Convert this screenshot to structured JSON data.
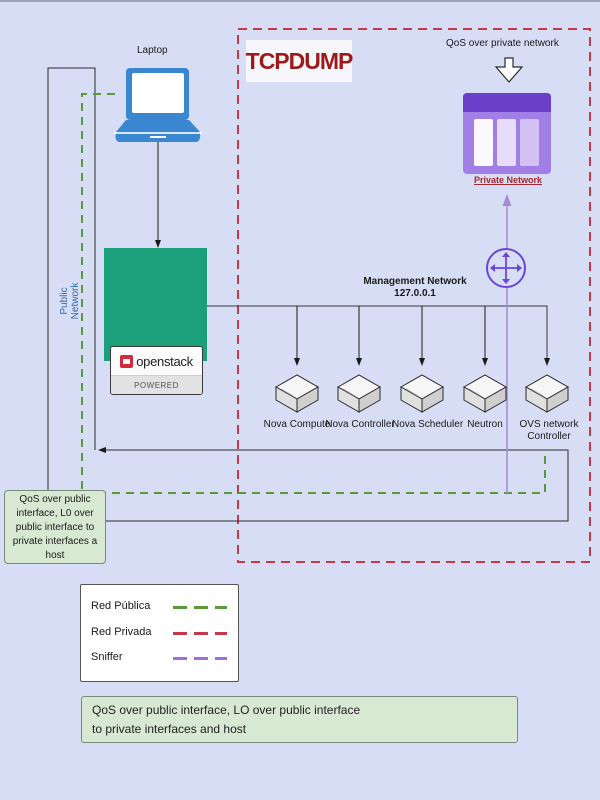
{
  "diagram": {
    "title_labels": {
      "laptop": "Laptop",
      "qos_private": "QoS over private network",
      "private_network": "Private Network",
      "public_network": "Public Network",
      "management_network": "Management Network",
      "management_ip": "127.0.0.1"
    },
    "tcpdump_logo": "TCPDUMP",
    "openstack_badge": {
      "name": "openstack",
      "subtitle": "POWERED"
    },
    "nodes": [
      {
        "label": "Nova Compute"
      },
      {
        "label": "Nova Controller"
      },
      {
        "label": "Nova Scheduler"
      },
      {
        "label": "Neutron"
      },
      {
        "label": "OVS network Controller",
        "line1": "OVS network",
        "line2": "Controller"
      }
    ],
    "note_small": "QoS over public interface, L0 over public interface to private interfaces a host",
    "legend": [
      {
        "label": "Red Pública",
        "color": "#5a9a3a"
      },
      {
        "label": "Red Privada",
        "color": "#c43a4a"
      },
      {
        "label": "Sniffer",
        "color": "#a46be0"
      }
    ],
    "note_bottom": {
      "line1": "QoS over public interface, LO over public interface",
      "line2": "to private interfaces and host"
    },
    "colors": {
      "public": "#5a9a3a",
      "private": "#c43a4a",
      "sniffer": "#a58ad6",
      "router": "#6b45d8",
      "laptop": "#3a86d1",
      "openstack": "#1ba07b"
    },
    "icons": {
      "laptop": "laptop-icon",
      "server_cloud": "server-cloud-icon",
      "router": "router-icon",
      "private_network": "private-network-icon",
      "node": "server-box-icon",
      "qos_arrow": "down-arrow-icon"
    }
  }
}
